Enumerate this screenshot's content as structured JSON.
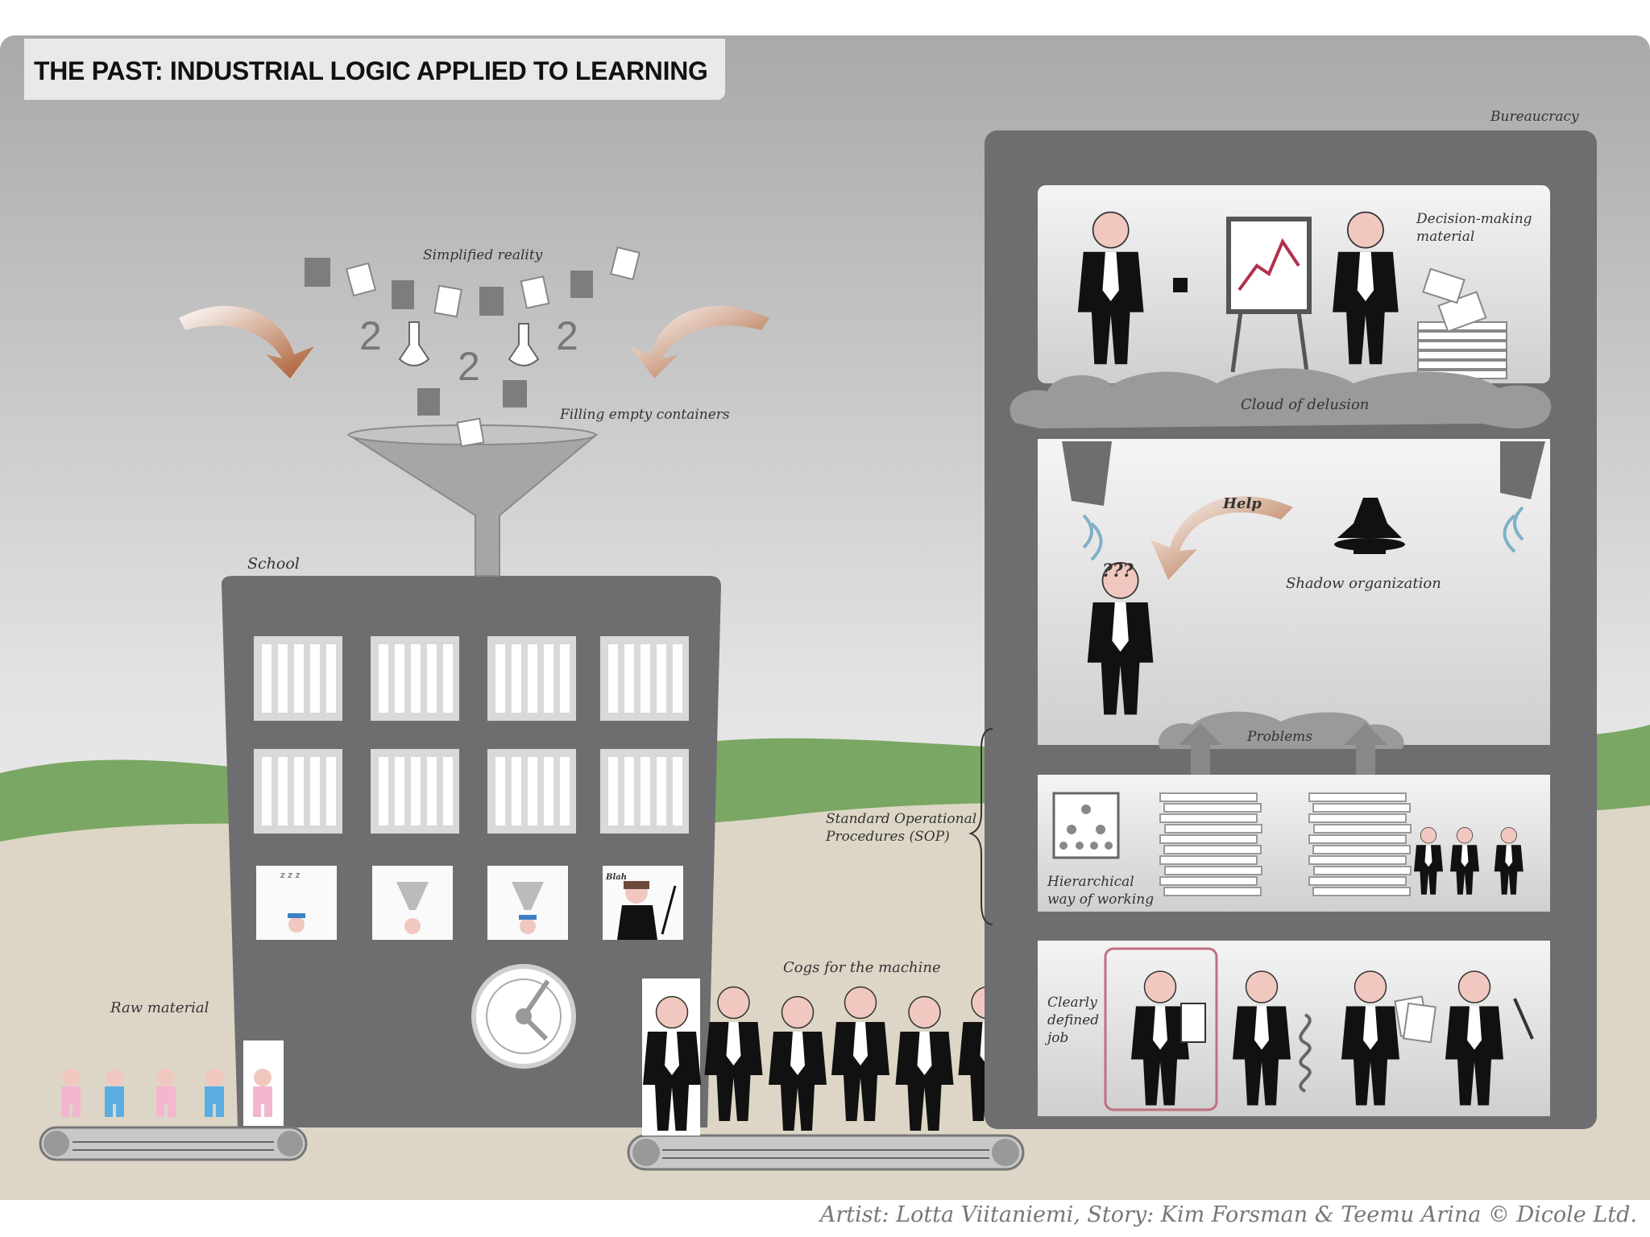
{
  "title": "THE PAST: INDUSTRIAL LOGIC APPLIED TO LEARNING",
  "labels": {
    "simplified_reality": "Simplified reality",
    "filling_containers": "Filling empty containers",
    "school": "School",
    "raw_material": "Raw material",
    "cogs": "Cogs for the machine",
    "bureaucracy": "Bureaucracy",
    "decision_line1": "Decision-making",
    "decision_line2": "material",
    "cloud": "Cloud of delusion",
    "help": "Help",
    "shadow": "Shadow organization",
    "problems": "Problems",
    "sop_line1": "Standard Operational",
    "sop_line2": "Procedures (SOP)",
    "hier_line1": "Hierarchical",
    "hier_line2": "way of working",
    "clear_line1": "Clearly",
    "clear_line2": "defined",
    "clear_line3": "job",
    "digit": "2",
    "question": "???",
    "zzz": "z z z",
    "blah": "Blah"
  },
  "credit": "Artist: Lotta Viitaniemi, Story: Kim Forsman & Teemu Arina © Dicole Ltd.",
  "colors": {
    "sky_top": "#a6a6a6",
    "hill": "#7aa764",
    "ground": "#ddd6c6",
    "building": "#6e6e70",
    "arrow": "#b86a33",
    "water_lines": "#7fb0c8"
  }
}
